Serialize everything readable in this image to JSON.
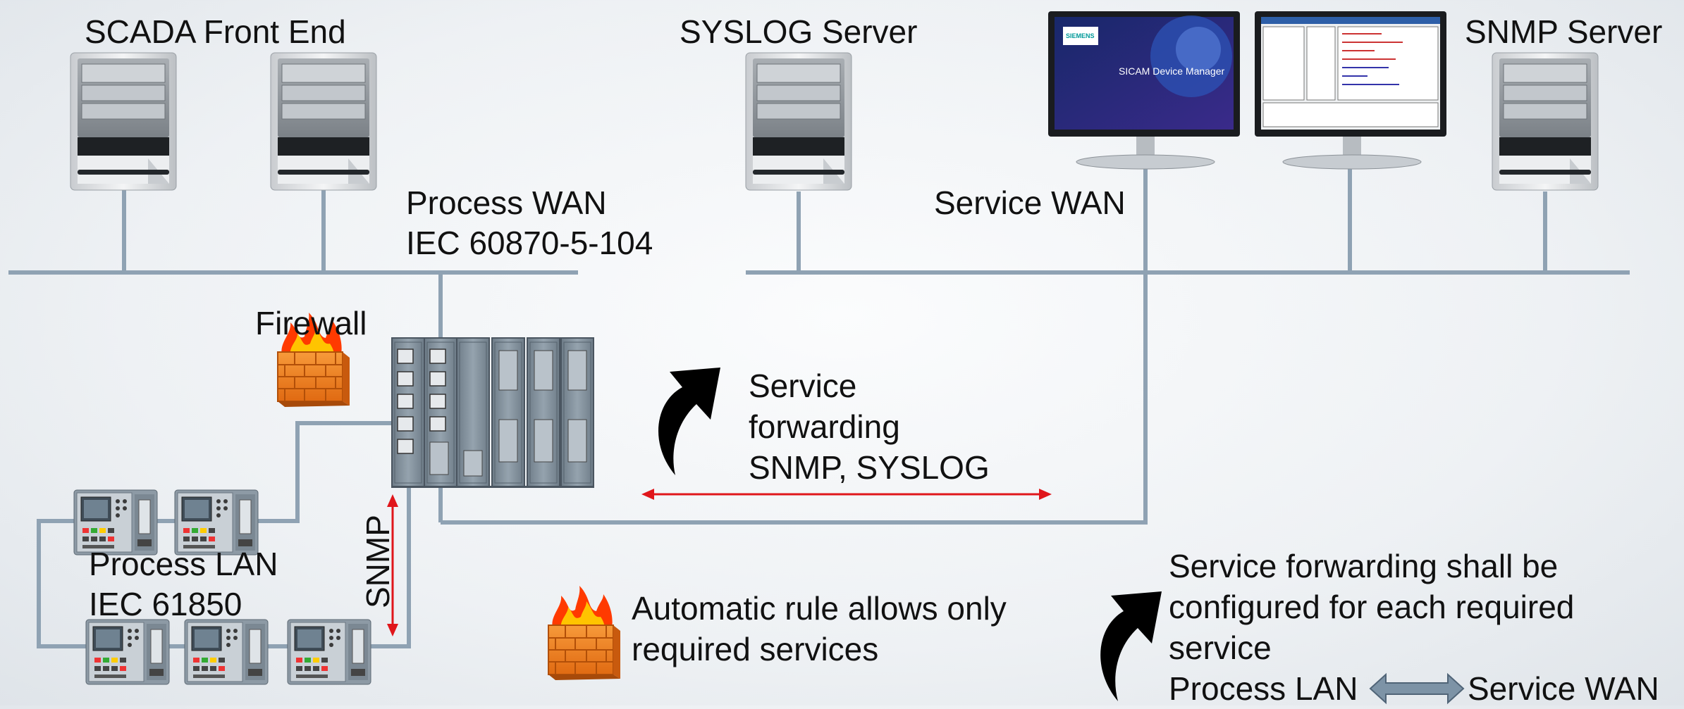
{
  "labels": {
    "scada": "SCADA Front End",
    "syslog": "SYSLOG Server",
    "snmp_server": "SNMP Server",
    "process_wan_1": "Process WAN",
    "process_wan_2": "IEC 60870-5-104",
    "service_wan": "Service WAN",
    "firewall": "Firewall",
    "service_fwd_1": "Service",
    "service_fwd_2": "forwarding",
    "service_fwd_3": "SNMP, SYSLOG",
    "process_lan_1": "Process LAN",
    "process_lan_2": "IEC 61850",
    "snmp_vertical": "SNMP",
    "auto_rule_1": "Automatic rule allows only",
    "auto_rule_2": "required services",
    "cfg_1": "Service forwarding shall be",
    "cfg_2": "configured for each required",
    "cfg_3": "service",
    "cfg_left": "Process LAN",
    "cfg_right": "Service WAN"
  },
  "screens": {
    "brand": "SIEMENS",
    "product": "SICAM Device Manager"
  },
  "colors": {
    "network_line": "#8fa2b3",
    "arrow_red": "#e0161b",
    "firewall_orange": "#f07d1e",
    "flame": "#ff2a00",
    "device_gray": "#7d8a96",
    "double_arrow": "#7d93a6"
  },
  "icons": {
    "server": "tower-server-icon",
    "monitor": "monitor-icon",
    "firewall": "firewall-icon",
    "rtu": "modular-rtu-device-icon",
    "ied": "protection-relay-icon"
  }
}
